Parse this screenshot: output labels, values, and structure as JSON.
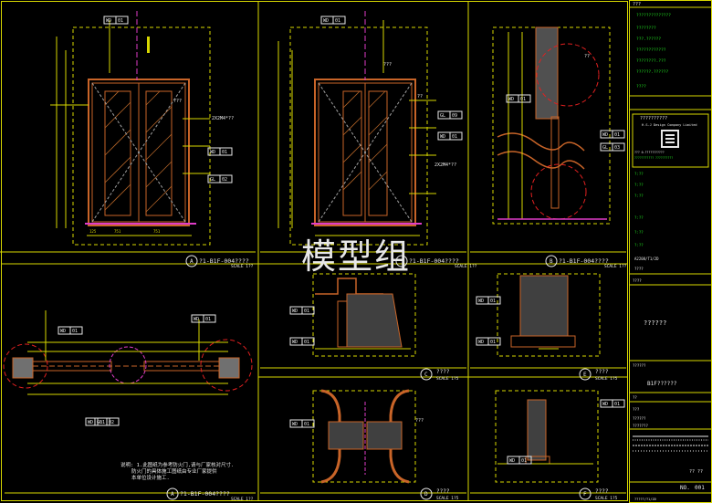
{
  "watermark": "模型组",
  "views": {
    "top_left": {
      "bubble": "A",
      "ref": "?1-B1F-004????",
      "scale": "SCALE 1??"
    },
    "top_mid": {
      "ref": "?1-B1F-004????",
      "scale": "SCALE 1??"
    },
    "top_right": {
      "bubble": "B",
      "ref": "?1-B1F-004????",
      "scale": "SCALE 1??"
    },
    "plan": {
      "bubble": "A",
      "ref": "?1-B1F-004????",
      "scale": "SCALE 1??"
    },
    "detail_c": {
      "bubble": "C",
      "label": "????",
      "scale": "SCALE 1?5"
    },
    "detail_d": {
      "bubble": "D",
      "label": "????",
      "scale": "SCALE 1?5"
    },
    "detail_e": {
      "bubble": "E",
      "label": "????",
      "scale": "SCALE 1?5"
    },
    "detail_f": {
      "bubble": "F",
      "label": "????",
      "scale": "SCALE 1?5"
    }
  },
  "tags": {
    "wd": "WD",
    "gl": "GL",
    "n01": "01",
    "n02": "02",
    "n03": "03",
    "n09": "09",
    "hinge": "2X2M4*??",
    "qq": "??",
    "qqq": "???"
  },
  "note": [
    "说明: 1.此图纸为参考防火门,请与厂家核对尺寸.",
    "防火门的具体施工图纸由专业厂家提供",
    "本单位设计施工."
  ],
  "title_block": {
    "header": "???",
    "notes": [
      "??????????????",
      "????????",
      "???.??????",
      "????????????",
      "????????.???",
      "??????.??????",
      "????"
    ],
    "company_cn": "??????????",
    "company_en": "H.S.J Design Company Limited",
    "addr": [
      "??? 0.???????????",
      "??????????? ??????????"
    ],
    "approvals": [
      "?:??",
      "?:??",
      "?:??",
      "?:??",
      "?:??",
      "?:??"
    ],
    "project_code": "A2208/T1/2D",
    "project_sub": "????",
    "owner_label": "????",
    "drawing_name": "??????",
    "section_label": "??????",
    "floor": "B1F??????",
    "drawn": "??",
    "checked": "???",
    "date": "??????",
    "pages": "???????",
    "sheet_label": "NO.",
    "sheet_no": "001",
    "page": "?? ??",
    "code_bottom": "?????/?1/2D"
  }
}
